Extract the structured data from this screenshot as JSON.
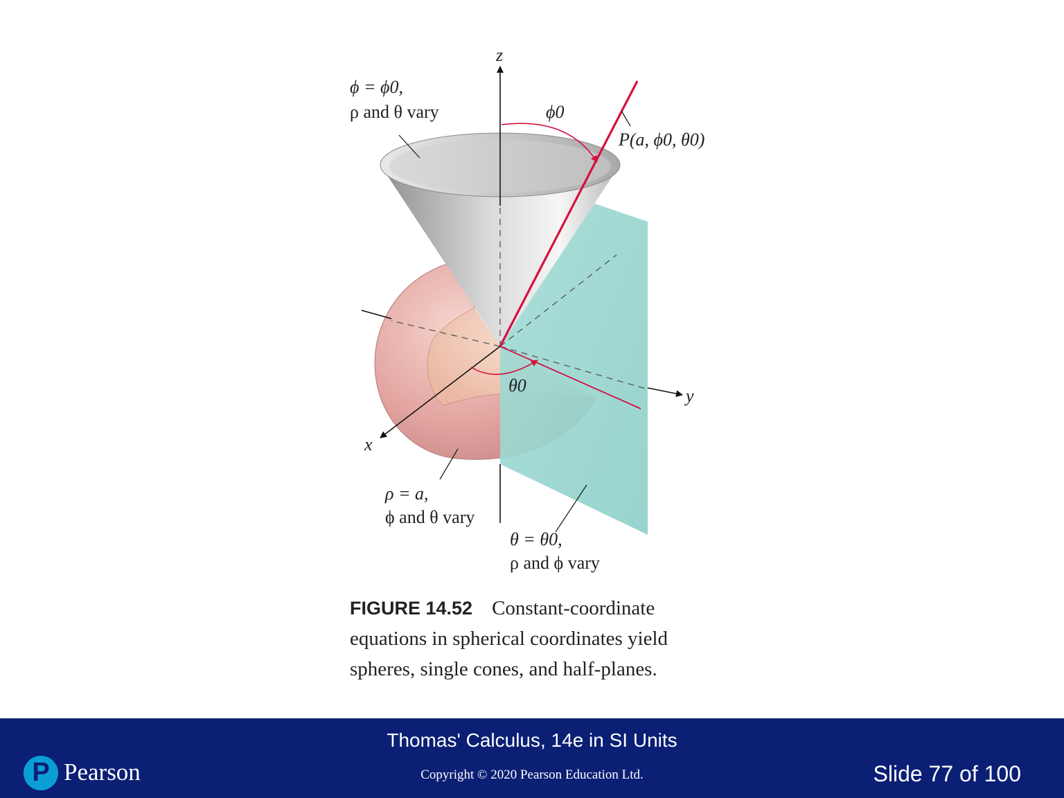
{
  "figure": {
    "axes": {
      "z": "z",
      "y": "y",
      "x": "x"
    },
    "angle_labels": {
      "phi0": "ϕ0",
      "theta0": "θ0"
    },
    "point_label": "P(a, ϕ0, θ0)",
    "cone_label": {
      "line1": "ϕ = ϕ0,",
      "line2": "ρ and θ vary"
    },
    "sphere_label": {
      "line1": "ρ = a,",
      "line2": "ϕ and θ vary"
    },
    "plane_label": {
      "line1": "θ = θ0,",
      "line2": "ρ and ϕ vary"
    },
    "colors": {
      "ray": "#d5103f",
      "cone": "#c4c4c4",
      "sphere": "#e2a39f",
      "half_plane": "#9fd8d2"
    }
  },
  "caption": {
    "number": "FIGURE 14.52",
    "text": "Constant-coordinate equations in spherical coordinates yield spheres, single cones, and half-planes."
  },
  "footer": {
    "book_title": "Thomas' Calculus, 14e in SI Units",
    "copyright": "Copyright © 2020 Pearson Education Ltd.",
    "slide_counter": "Slide 77 of 100",
    "brand": "Pearson",
    "logo_letter": "P"
  }
}
